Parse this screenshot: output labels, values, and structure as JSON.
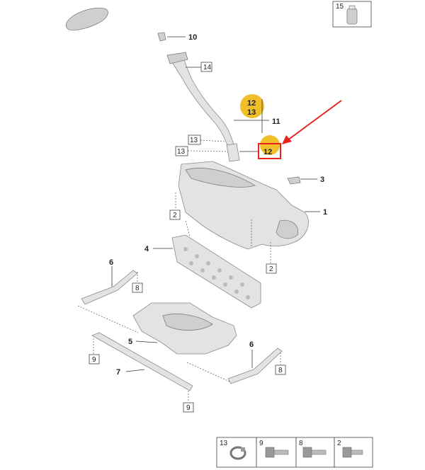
{
  "callouts": {
    "c1": "1",
    "c3": "3",
    "c4": "4",
    "c5": "5",
    "c6a": "6",
    "c6b": "6",
    "c7": "7",
    "c10": "10",
    "c11": "11"
  },
  "boxed_labels": {
    "b14": "14",
    "b13a": "13",
    "b13b": "13",
    "b2a": "2",
    "b2b": "2",
    "b8a": "8",
    "b8b": "8",
    "b9a": "9",
    "b9b": "9",
    "b15": "15"
  },
  "badges": {
    "top_a": "12",
    "top_b": "13",
    "highlight": "12"
  },
  "legend": {
    "l13": "13",
    "l9": "9",
    "l8": "8",
    "l2": "2"
  },
  "colors": {
    "highlight_circle": "#f0bf2a",
    "arrow": "#e8231d",
    "outline": "#e8231d"
  }
}
